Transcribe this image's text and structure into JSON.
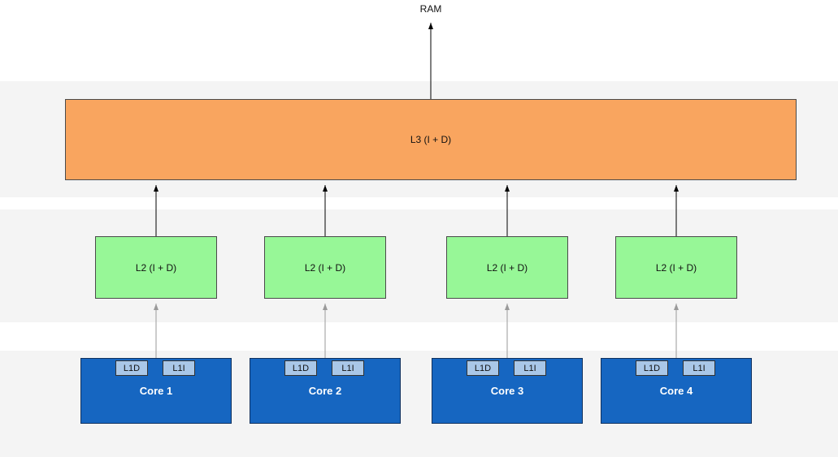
{
  "labels": {
    "ram": "RAM",
    "l3": "L3 (I + D)"
  },
  "columns": [
    {
      "l2": "L2 (I + D)",
      "core": "Core 1",
      "l1d": "L1D",
      "l1i": "L1I"
    },
    {
      "l2": "L2 (I + D)",
      "core": "Core 2",
      "l1d": "L1D",
      "l1i": "L1I"
    },
    {
      "l2": "L2 (I + D)",
      "core": "Core 3",
      "l1d": "L1D",
      "l1i": "L1I"
    },
    {
      "l2": "L2 (I + D)",
      "core": "Core 4",
      "l1d": "L1D",
      "l1i": "L1I"
    }
  ],
  "colors": {
    "band": "#f4f4f4",
    "l3_fill": "#f9a55f",
    "l2_fill": "#97f797",
    "core_fill": "#1666c1",
    "l1_fill": "#a9c7e8",
    "arrow_black": "#000000",
    "arrow_gray": "#9a9a9a"
  }
}
